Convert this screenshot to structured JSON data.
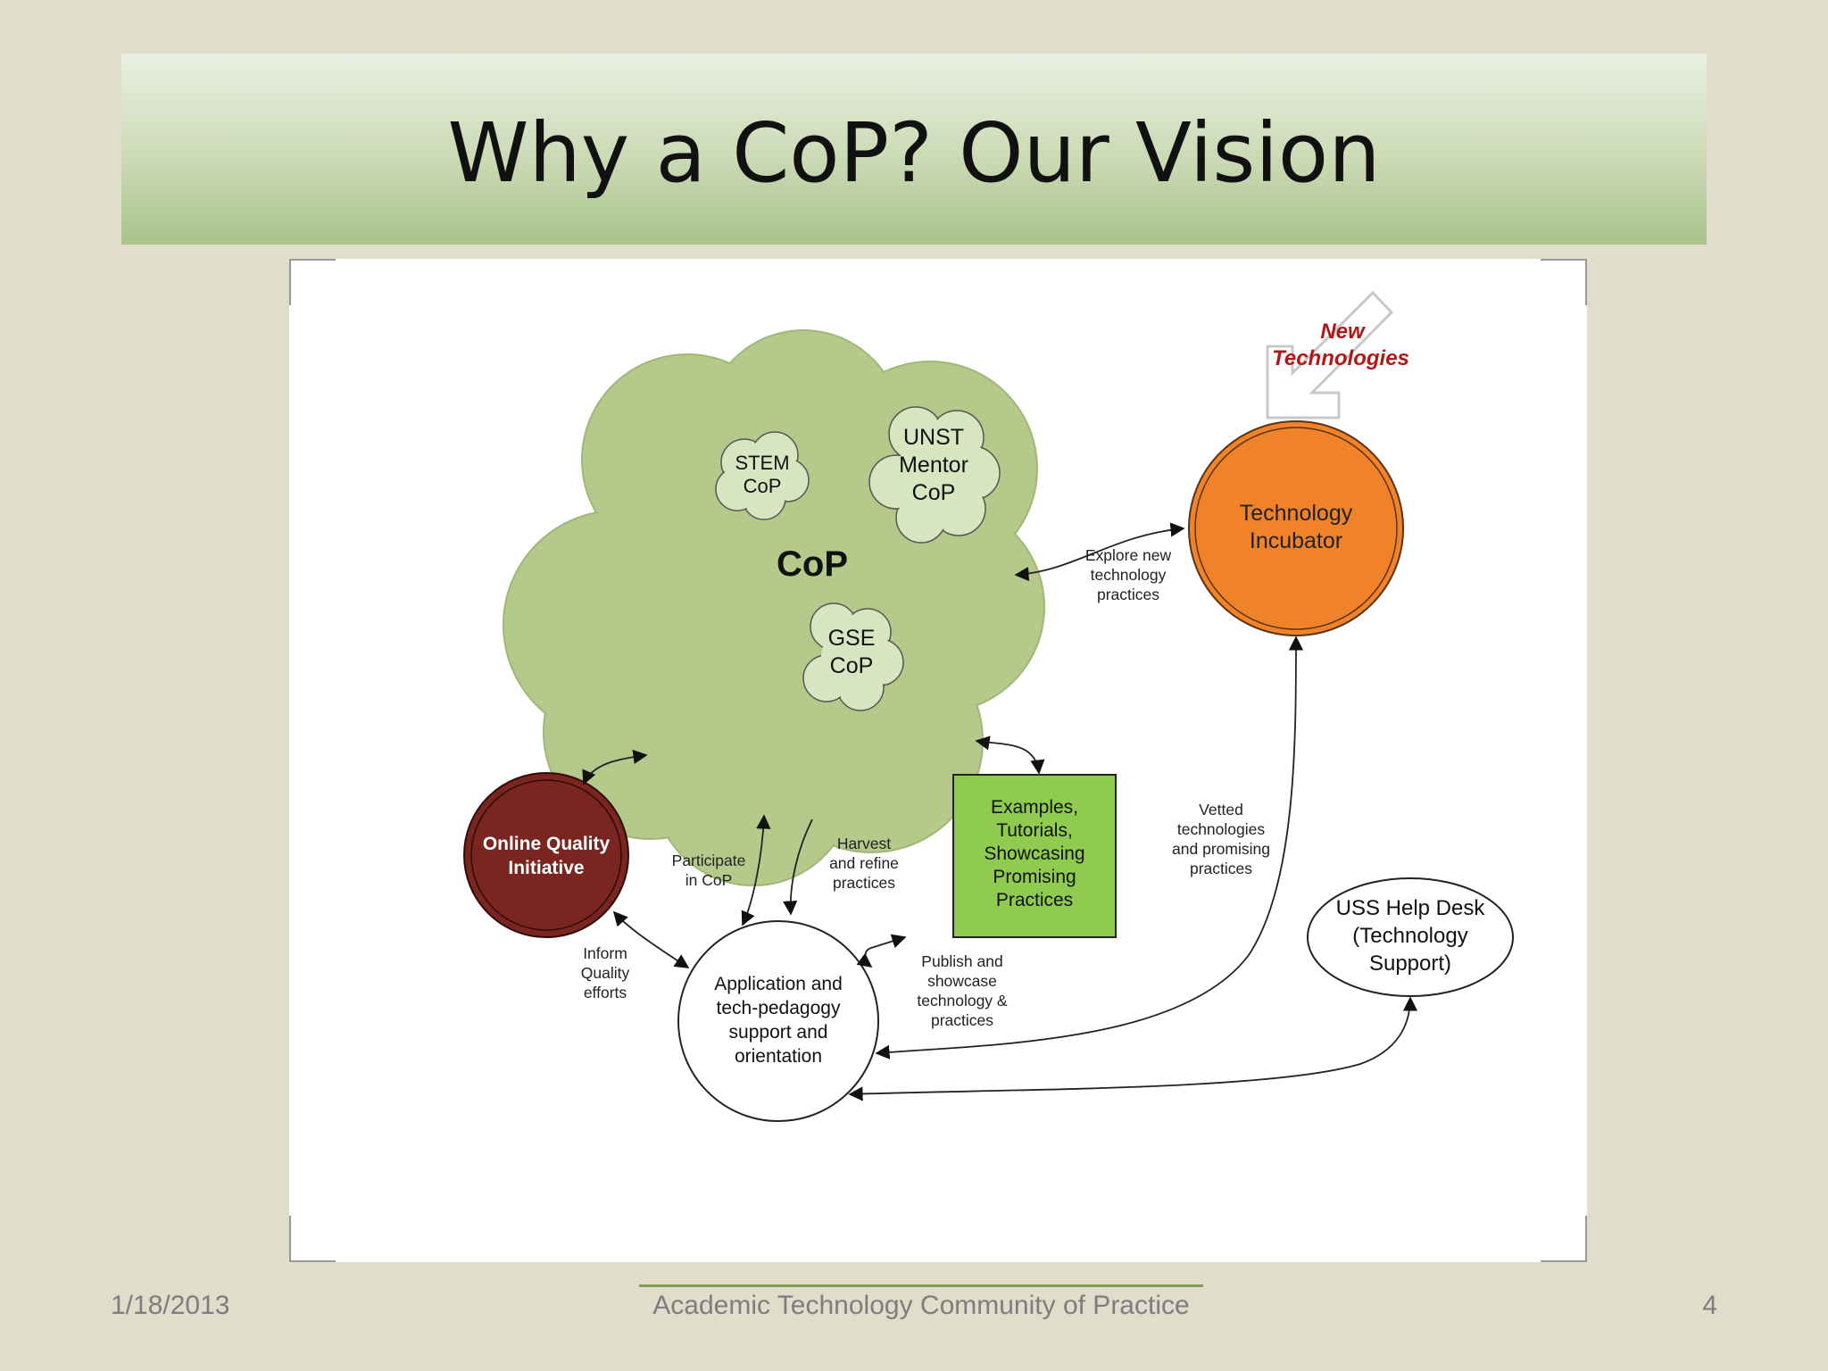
{
  "slide": {
    "title": "Why a CoP? Our Vision",
    "footer_date": "1/18/2013",
    "footer_center": "Academic Technology Community of Practice",
    "page_number": "4"
  },
  "diagram": {
    "cop_main": "CoP",
    "stem": [
      "STEM",
      "CoP"
    ],
    "unst": [
      "UNST",
      "Mentor",
      "CoP"
    ],
    "gse": [
      "GSE",
      "CoP"
    ],
    "new_tech": [
      "New",
      "Technologies"
    ],
    "tech_incubator": [
      "Technology",
      "Incubator"
    ],
    "online_quality": [
      "Online Quality",
      "Initiative"
    ],
    "examples": [
      "Examples,",
      "Tutorials,",
      "Showcasing",
      "Promising",
      "Practices"
    ],
    "application": [
      "Application and",
      "tech-pedagogy",
      "support and",
      "orientation"
    ],
    "help_desk": [
      "USS Help Desk",
      "(Technology",
      "Support)"
    ],
    "explore": [
      "Explore new",
      "technology",
      "practices"
    ],
    "vetted": [
      "Vetted",
      "technologies",
      "and promising",
      "practices"
    ],
    "participate": [
      "Participate",
      "in CoP"
    ],
    "harvest": [
      "Harvest",
      "and refine",
      "practices"
    ],
    "inform": [
      "Inform",
      "Quality",
      "efforts"
    ],
    "publish": [
      "Publish and",
      "showcase",
      "technology &",
      "practices"
    ]
  },
  "colors": {
    "cop_cloud": "#b4c98a",
    "small_cloud": "#d7e5c0",
    "incubator": "#f0822a",
    "online_quality": "#7b2520",
    "examples_box": "#8fcb4f",
    "new_tech_text": "#b01818"
  }
}
